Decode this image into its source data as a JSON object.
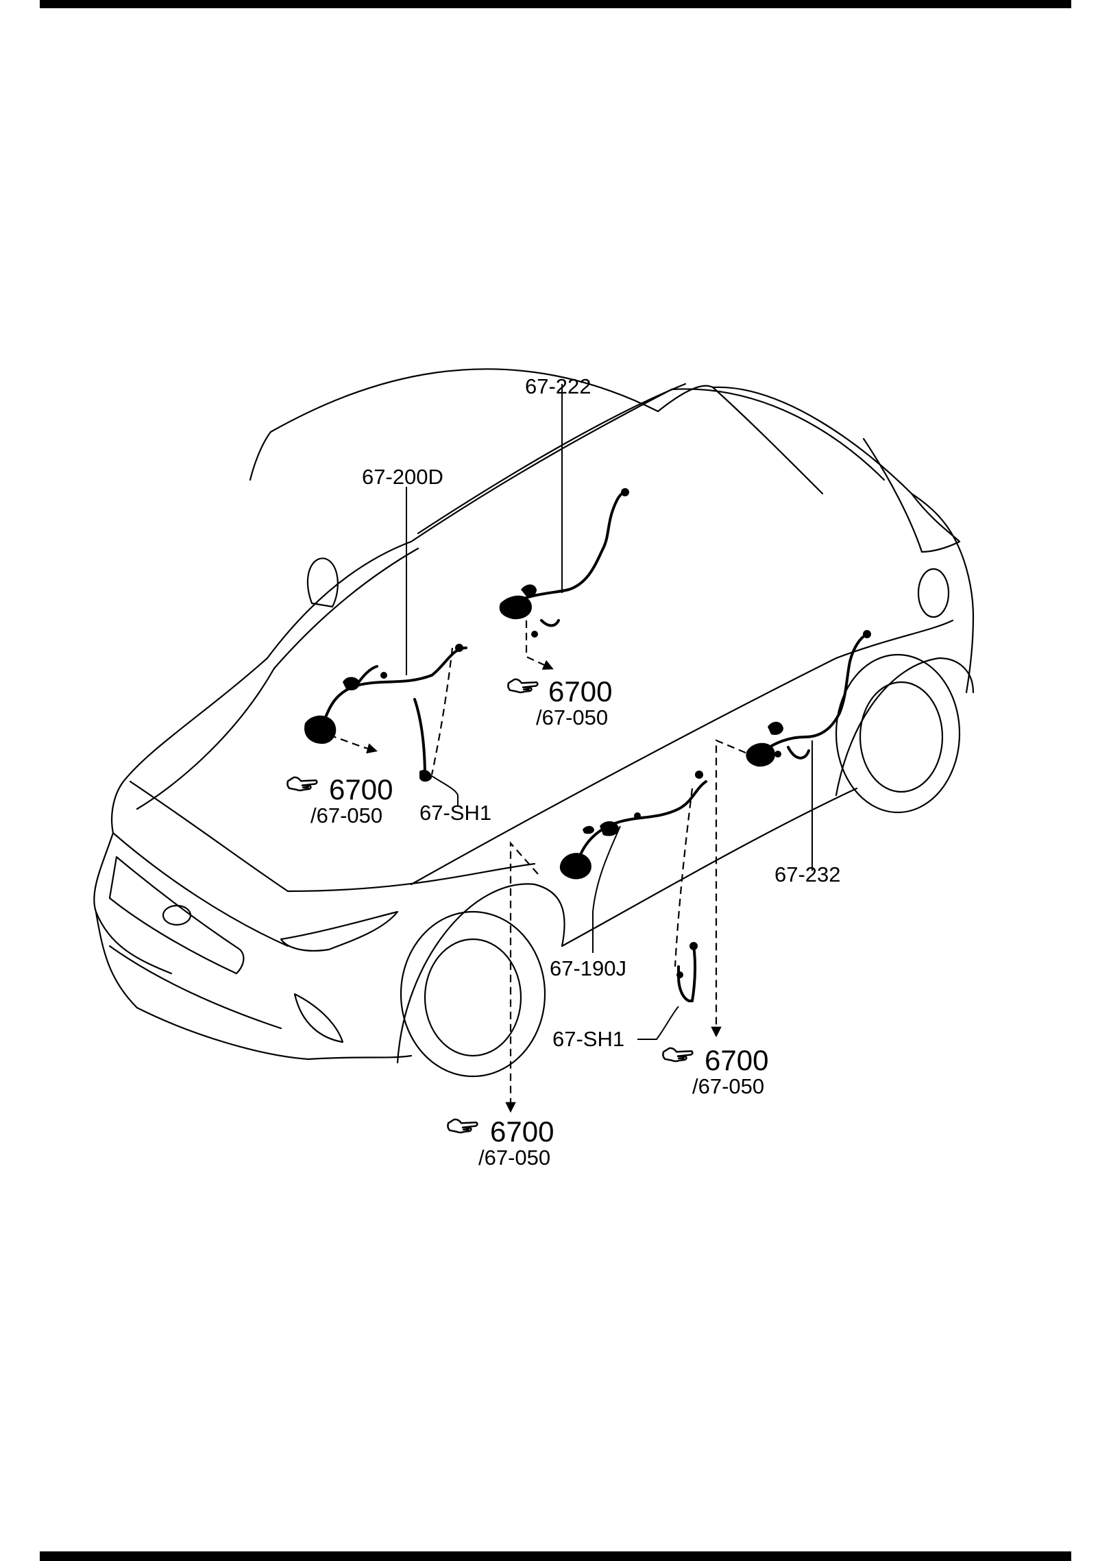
{
  "parts": {
    "p200d": "67-200D",
    "p222": "67-222",
    "sh1_front": "67-SH1",
    "sh1_rear": "67-SH1",
    "p232": "67-232",
    "p190j": "67-190J"
  },
  "references": [
    {
      "id": "ref-front-left",
      "number": "6700",
      "sub": "/67-050",
      "icon": "pointing-hand-icon"
    },
    {
      "id": "ref-roof",
      "number": "6700",
      "sub": "/67-050",
      "icon": "pointing-hand-icon"
    },
    {
      "id": "ref-rear-door",
      "number": "6700",
      "sub": "/67-050",
      "icon": "pointing-hand-icon"
    },
    {
      "id": "ref-front-door",
      "number": "6700",
      "sub": "/67-050",
      "icon": "pointing-hand-icon"
    }
  ],
  "icons": {
    "reference": "pointing-hand-icon"
  }
}
